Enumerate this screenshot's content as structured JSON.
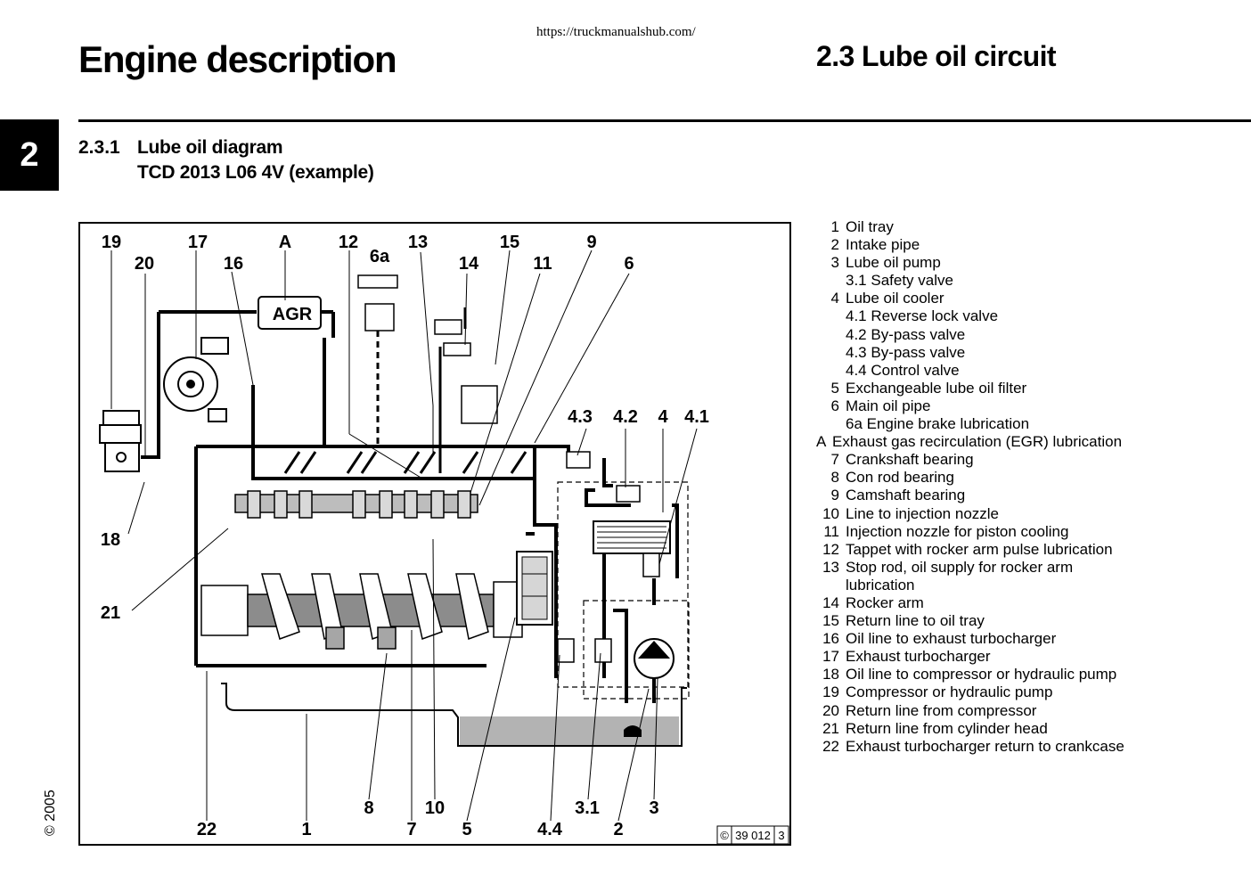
{
  "header": {
    "url": "https://truckmanualshub.com/",
    "title_left": "Engine description",
    "title_right": "2.3 Lube oil circuit",
    "chapter": "2"
  },
  "section": {
    "number": "2.3.1",
    "title": "Lube oil diagram",
    "subtitle": "TCD 2013  L06 4V (example)"
  },
  "side_copyright": "© 2005",
  "diagram": {
    "agr_label": "AGR",
    "callouts_top": [
      "19",
      "17",
      "A",
      "12",
      "13",
      "15",
      "9",
      "20",
      "16",
      "6a",
      "14",
      "11",
      "6"
    ],
    "callouts_valves": [
      "4.3",
      "4.2",
      "4",
      "4.1"
    ],
    "callouts_left": [
      "18",
      "21"
    ],
    "callouts_bottom_row1": [
      "8",
      "10",
      "3.1",
      "3"
    ],
    "callouts_bottom_row2": [
      "22",
      "1",
      "7",
      "5",
      "4.4",
      "2"
    ],
    "figure_ref": {
      "copyright": "©",
      "number": "39 012",
      "page": "3"
    }
  },
  "legend": [
    {
      "num": "1",
      "text": "Oil tray",
      "kind": "item"
    },
    {
      "num": "2",
      "text": "Intake pipe",
      "kind": "item"
    },
    {
      "num": "3",
      "text": "Lube oil pump",
      "kind": "item"
    },
    {
      "num": "",
      "text": "3.1 Safety valve",
      "kind": "sub"
    },
    {
      "num": "4",
      "text": "Lube oil cooler",
      "kind": "item"
    },
    {
      "num": "",
      "text": "4.1 Reverse lock valve",
      "kind": "sub"
    },
    {
      "num": "",
      "text": "4.2 By-pass valve",
      "kind": "sub"
    },
    {
      "num": "",
      "text": "4.3 By-pass valve",
      "kind": "sub"
    },
    {
      "num": "",
      "text": "4.4 Control valve",
      "kind": "sub"
    },
    {
      "num": "5",
      "text": "Exchangeable lube oil filter",
      "kind": "item"
    },
    {
      "num": "6",
      "text": "Main oil pipe",
      "kind": "item"
    },
    {
      "num": "",
      "text": "6a Engine brake lubrication",
      "kind": "sub"
    },
    {
      "num": "A",
      "text": "Exhaust gas recirculation (EGR) lubrication",
      "kind": "letter"
    },
    {
      "num": "7",
      "text": " Crankshaft bearing",
      "kind": "item"
    },
    {
      "num": "8",
      "text": "Con rod bearing",
      "kind": "item"
    },
    {
      "num": "9",
      "text": "Camshaft bearing",
      "kind": "item"
    },
    {
      "num": "10",
      "text": "Line to injection nozzle",
      "kind": "item"
    },
    {
      "num": "11",
      "text": "Injection nozzle for piston cooling",
      "kind": "item"
    },
    {
      "num": "12",
      "text": "Tappet with rocker arm pulse lubrication",
      "kind": "item"
    },
    {
      "num": "13",
      "text": "Stop rod, oil supply for rocker arm",
      "kind": "item"
    },
    {
      "num": "",
      "text": "lubrication",
      "kind": "cont"
    },
    {
      "num": "14",
      "text": "Rocker arm",
      "kind": "item"
    },
    {
      "num": "15",
      "text": "Return line to oil tray",
      "kind": "item"
    },
    {
      "num": "16",
      "text": "Oil line to exhaust turbocharger",
      "kind": "item"
    },
    {
      "num": "17",
      "text": "Exhaust  turbocharger",
      "kind": "item"
    },
    {
      "num": "18",
      "text": "Oil line to compressor or hydraulic pump",
      "kind": "item"
    },
    {
      "num": "19",
      "text": "Compressor or hydraulic pump",
      "kind": "item"
    },
    {
      "num": "20",
      "text": "Return line from compressor",
      "kind": "item"
    },
    {
      "num": "21",
      "text": "Return line from cylinder head",
      "kind": "item"
    },
    {
      "num": "22",
      "text": "Exhaust turbocharger return to crankcase",
      "kind": "item"
    }
  ]
}
